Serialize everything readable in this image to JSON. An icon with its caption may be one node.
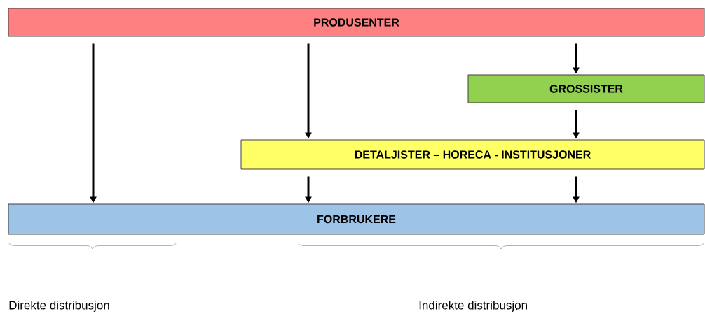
{
  "diagram": {
    "nodes": [
      {
        "text": [
          "PRODUSENTER"
        ]
      },
      {
        "text": [
          "GROSSISTER"
        ]
      },
      {
        "text": [
          "DETALJISTER – HORECA - INSTITUSJONER"
        ]
      },
      {
        "text": [
          "FORBRUKERE"
        ]
      }
    ],
    "edges": [
      {
        "from": 0,
        "to": 3,
        "arrow": "to"
      },
      {
        "from": 0,
        "to": 2,
        "arrow": "to"
      },
      {
        "from": 0,
        "to": 1,
        "arrow": "to"
      },
      {
        "from": 1,
        "to": 2,
        "arrow": "to"
      },
      {
        "from": 2,
        "to": 3,
        "arrow": "to"
      },
      {
        "from": 2,
        "to": 3,
        "arrow": "to"
      }
    ],
    "labels": [
      "Direkte distribusjon",
      "Indirekte distribusjon"
    ]
  }
}
